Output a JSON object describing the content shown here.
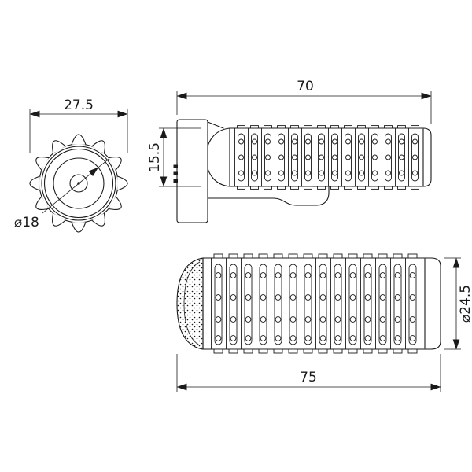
{
  "views": {
    "front": {
      "width": "27.5",
      "bore": "⌀18"
    },
    "plan": {
      "length": "70",
      "height": "15.5"
    },
    "side": {
      "length": "75",
      "diameter": "⌀24.5"
    }
  },
  "colors": {
    "line": "#1a1a1a",
    "background": "#ffffff"
  }
}
